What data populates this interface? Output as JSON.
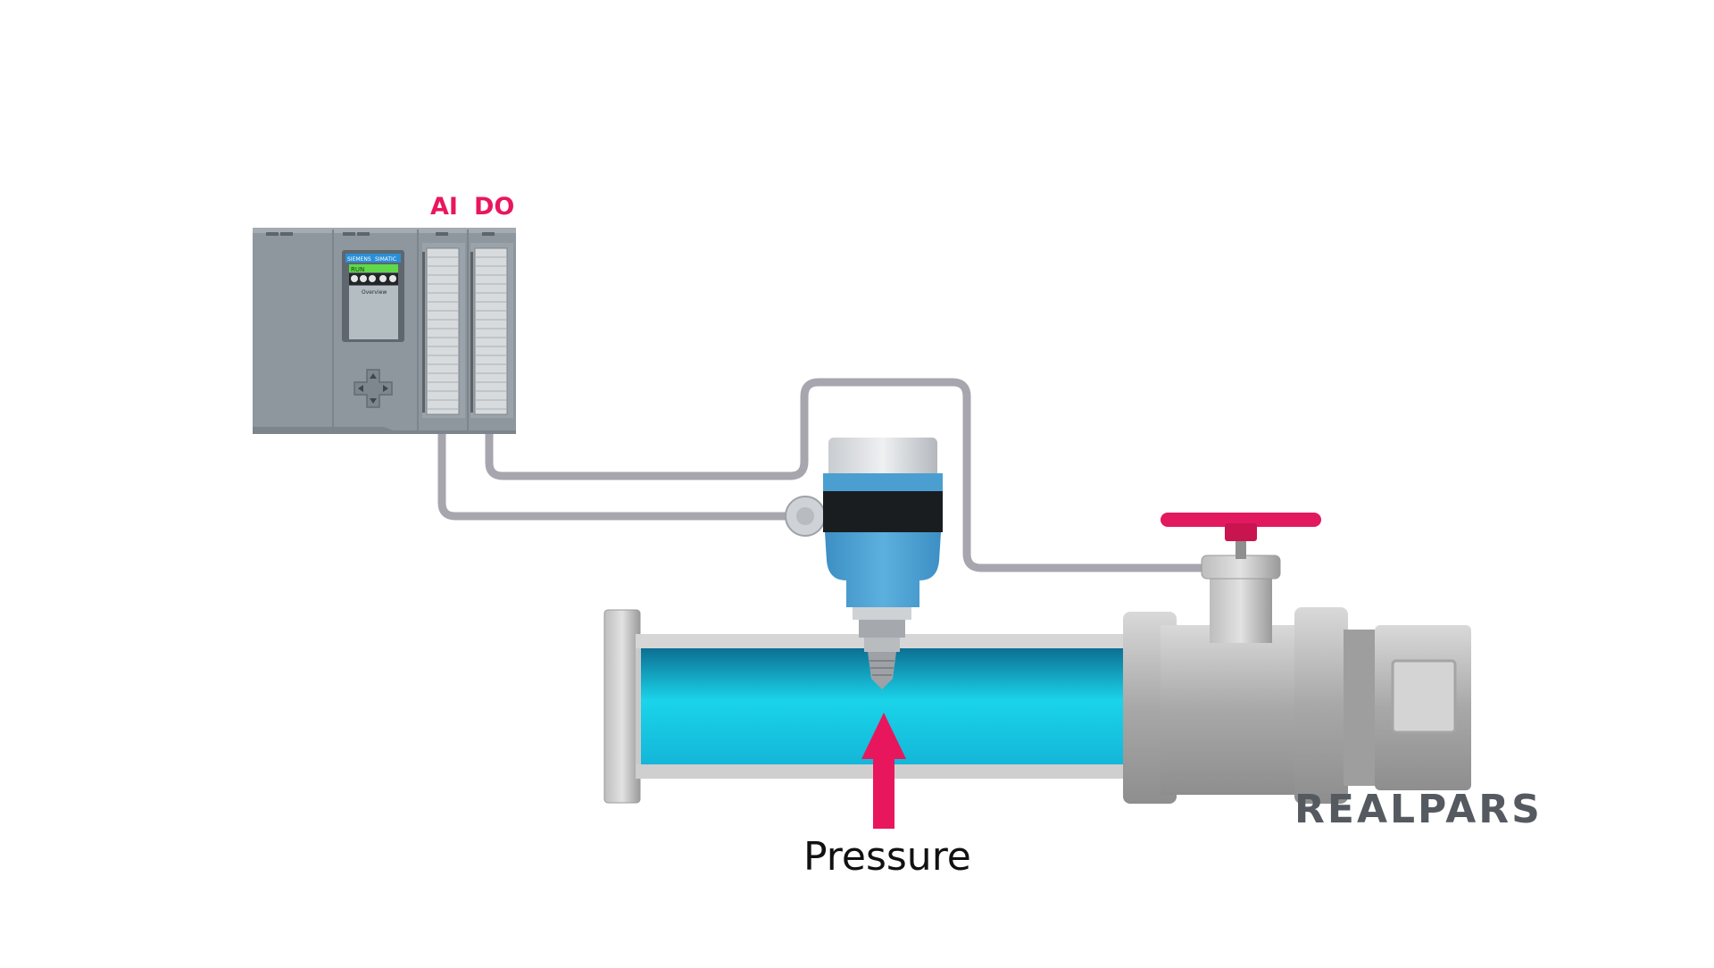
{
  "modules": {
    "ai_label": "AI",
    "do_label": "DO"
  },
  "plc": {
    "brand": "SIEMENS",
    "model": "SIMATIC",
    "status": "RUN",
    "screen": "Overview"
  },
  "measurement": {
    "label": "Pressure"
  },
  "logo": {
    "text": "REALPARS"
  },
  "colors": {
    "accent": "#e8175d",
    "cable": "#a7a5ad",
    "plc_body": "#8e969e",
    "transmitter_blue": "#4a9fd0",
    "fluid": "#16c3e0",
    "valve_handle": "#e2195e",
    "status_green": "#5fd84a"
  },
  "icons": {
    "arrow": "up-arrow-icon",
    "nav": "dpad-icon"
  }
}
